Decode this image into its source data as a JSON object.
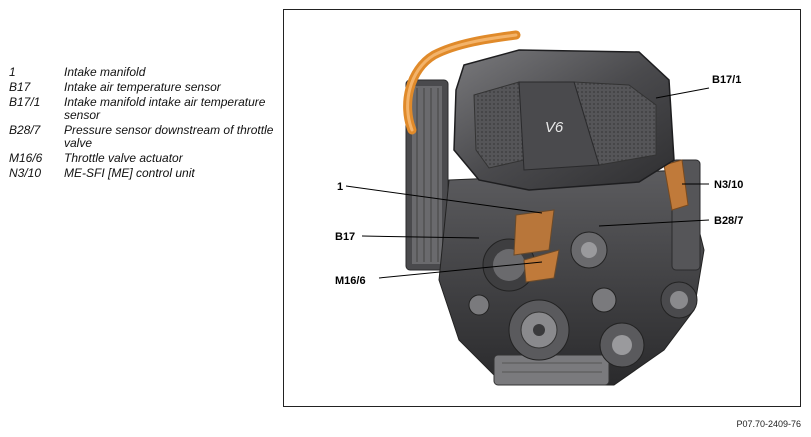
{
  "legend": [
    {
      "code": "1",
      "desc": "Intake manifold"
    },
    {
      "code": "B17",
      "desc": "Intake air temperature sensor"
    },
    {
      "code": "B17/1",
      "desc": "Intake manifold intake air temperature sensor"
    },
    {
      "code": "B28/7",
      "desc": "Pressure sensor downstream of throttle valve"
    },
    {
      "code": "M16/6",
      "desc": "Throttle valve actuator"
    },
    {
      "code": "N3/10",
      "desc": "ME-SFI [ME] control unit"
    }
  ],
  "engine_badge": "V6",
  "callouts": {
    "c1": "1",
    "b17": "B17",
    "m16_6": "M16/6",
    "b17_1": "B17/1",
    "n3_10": "N3/10",
    "b28_7": "B28/7"
  },
  "doc_ref": "P07.70-2409-76",
  "colors": {
    "engine_dark": "#3a3a3c",
    "engine_mid": "#6b6b6e",
    "engine_light": "#a8a8aa",
    "copper_highlight": "#c07a3a",
    "orange_hose": "#e08a2a"
  }
}
